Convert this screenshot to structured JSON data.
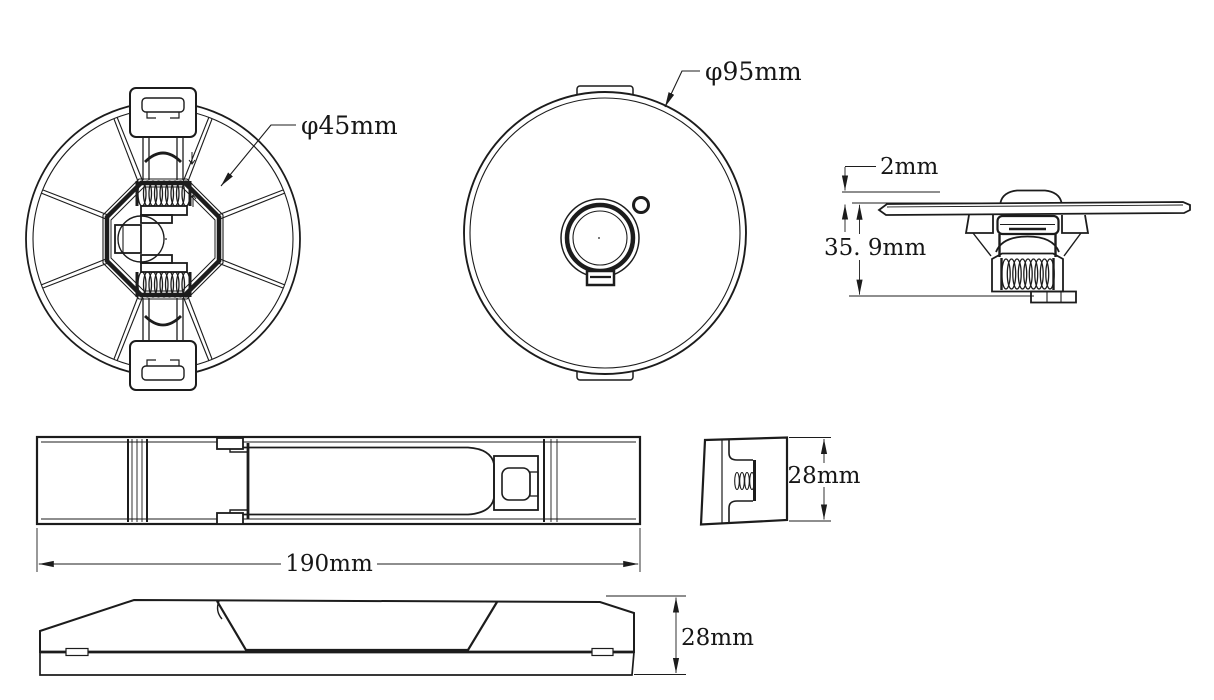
{
  "drawing": {
    "background": "#ffffff",
    "ink": "#1c1c1c",
    "labels": {
      "back_view_diameter": "φ45mm",
      "front_view_diameter": "φ95mm",
      "flange_thickness": "2mm",
      "recess_depth": "35. 9mm",
      "driver_length": "190mm",
      "driver_end_height": "28mm",
      "driver_side_height": "28mm"
    }
  }
}
